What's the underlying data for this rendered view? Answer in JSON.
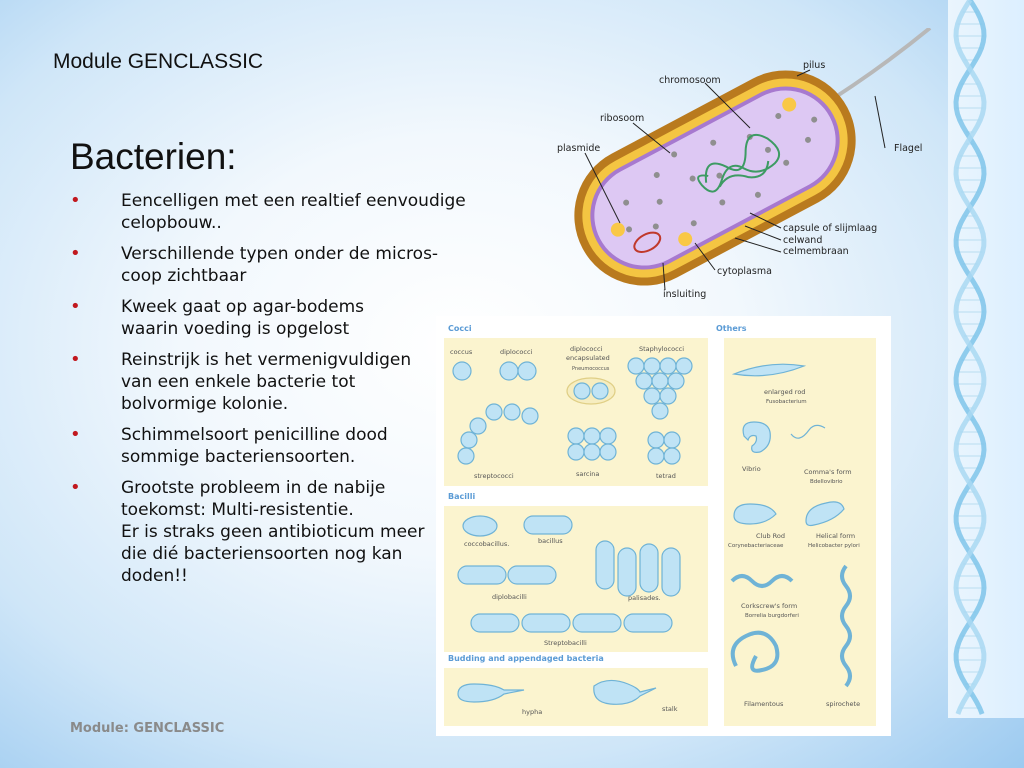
{
  "slide": {
    "module_header": "Module GENCLASSIC",
    "title": "Bacterien:",
    "bullets": [
      "Eencelligen met een realtief eenvoudige\ncelopbouw..",
      "Verschillende typen onder de micros-\ncoop zichtbaar",
      "Kweek gaat op agar-bodems\nwaarin voeding is opgelost",
      "Reinstrijk is het vermenigvuldigen\nvan een enkele bacterie tot\nbolvormige kolonie.",
      "Schimmelsoort penicilline dood\nsommige bacteriensoorten.",
      "Grootste probleem in de nabije\ntoekomst: Multi-resistentie.\nEr is straks geen antibioticum meer\ndie dié bacteriensoorten nog kan\ndoden!!"
    ],
    "bullet_symbol": "•",
    "footer": "Module: GENCLASSIC",
    "accent_color": "#c1181e"
  },
  "cell_diagram": {
    "labels": {
      "pilus": "pilus",
      "chromosoom": "chromosoom",
      "ribosoom": "ribosoom",
      "plasmide": "plasmide",
      "flagel": "Flagel",
      "capsule": "capsule of slijmlaag",
      "celwand": "celwand",
      "celmembraan": "celmembraan",
      "cytoplasma": "cytoplasma",
      "insluiting": "insluiting"
    },
    "colors": {
      "capsule": "#b97a1e",
      "wall": "#f4c542",
      "cytoplasm": "#d9c4f2",
      "dna": "#3d9b63",
      "inclusion": "#f9c846"
    }
  },
  "morphology": {
    "sections": {
      "cocci": "Cocci",
      "others": "Others",
      "bacilli": "Bacilli",
      "budding": "Budding and appendaged bacteria"
    },
    "cocci": {
      "coccus": "coccus",
      "diplococci": "diplococci",
      "diplococci_encapsulated_1": "diplococci",
      "diplococci_encapsulated_2": "encapsulated",
      "pneumococcus": "Pneumococcus",
      "staphylococci": "Staphylococci",
      "streptococci": "streptococci",
      "sarcina": "sarcina",
      "tetrad": "tetrad"
    },
    "bacilli": {
      "coccobacillus": "coccobacillus.",
      "bacillus": "bacillus",
      "diplobacilli": "diplobacilli",
      "palisades": "palisades.",
      "streptobacilli": "Streptobacilli"
    },
    "budding": {
      "hypha": "hypha",
      "stalk": "stalk"
    },
    "others": {
      "enlarged_rod": "enlarged rod",
      "fusobacterium": "Fusobacterium",
      "vibrio": "Vibrio",
      "commas_form": "Comma's form",
      "bdellovibrio": "Bdellovibrio",
      "club_rod": "Club Rod",
      "corynebacteriaceae": "Corynebacteriaceae",
      "helical_form": "Helical form",
      "helicobacter": "Helicobacter pylori",
      "corkscrew_form": "Corkscrew's form",
      "borrelia": "Borrelia burgdorferi",
      "filamentous": "Filamentous",
      "spirochete": "spirochete"
    },
    "colors": {
      "panel": "#fbf4cf",
      "cell": "#bfe3f5",
      "cell_stroke": "#6fb3d6",
      "heading": "#5b9bd5"
    }
  }
}
